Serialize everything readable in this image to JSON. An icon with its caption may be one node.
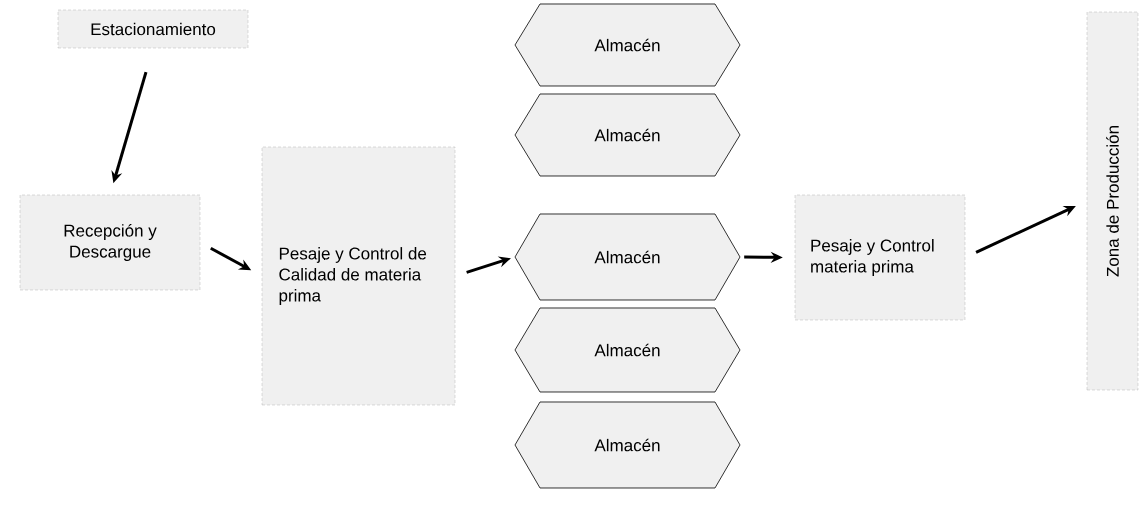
{
  "diagram": {
    "nodes": [
      {
        "text": [
          "Estacionamiento"
        ]
      },
      {
        "text": [
          "Recepción y Descargue"
        ]
      },
      {
        "text": [
          "Pesaje y Control de Calidad de materia prima"
        ]
      },
      {
        "text": [
          "Almacén"
        ]
      },
      {
        "text": [
          "Almacén"
        ]
      },
      {
        "text": [
          "Almacén"
        ]
      },
      {
        "text": [
          "Almacén"
        ]
      },
      {
        "text": [
          "Almacén"
        ]
      },
      {
        "text": [
          "Pesaje y Control materia prima"
        ]
      },
      {
        "text": [
          "Zona de Producción"
        ]
      }
    ],
    "edges": [
      {
        "from": 0,
        "to": 1,
        "arrow": "to"
      },
      {
        "from": 1,
        "to": 2,
        "arrow": "to"
      },
      {
        "from": 2,
        "to": 5,
        "arrow": "to"
      },
      {
        "from": 5,
        "to": 8,
        "arrow": "to"
      },
      {
        "from": 8,
        "to": 9,
        "arrow": "to"
      }
    ]
  }
}
